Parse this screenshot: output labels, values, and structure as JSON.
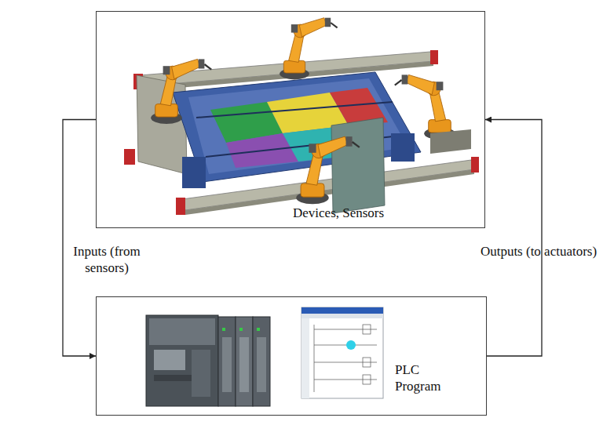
{
  "diagram": {
    "nodes": [
      {
        "text": [
          "Devices, Sensors"
        ]
      },
      {
        "text": [
          "PLC Program"
        ]
      }
    ],
    "edges": [
      {
        "from": 0,
        "to": 1,
        "label": "Inputs (from sensors)",
        "arrow": "to"
      },
      {
        "from": 1,
        "to": 0,
        "label": "Outputs (to actuators)",
        "arrow": "to"
      }
    ]
  }
}
